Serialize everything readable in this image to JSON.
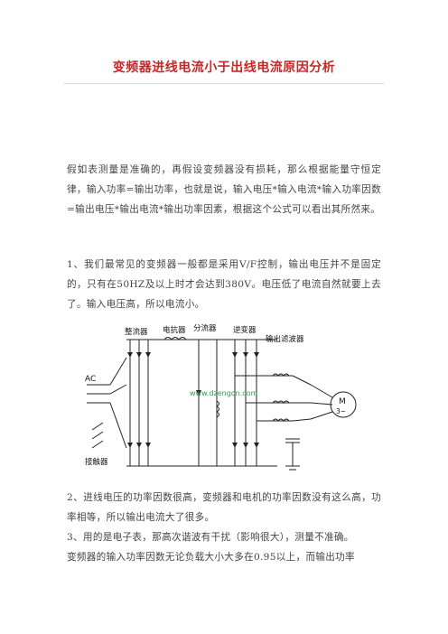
{
  "article": {
    "title": "变频器进线电流小于出线电流原因分析",
    "paragraphs": [
      "假如表测量是准确的，再假设变频器没有损耗，那么根据能量守恒定律，输入功率=输出功率，也就是说，输入电压*输入电流*输入功率因数=输出电压*输出电流*输出功率因素，根据这个公式可以看出其所然来。",
      "1、我们最常见的变频器一般都是采用V/F控制，输出电压并不是固定的，只有在50HZ及以上时才会达到380V。电压低了电流自然就要上去了。输入电压高，所以电流小。",
      "2、进线电压的功率因数很高，变频器和电机的功率因数没有这么高，功率相等，所以输出电流大了很多。",
      "3、用的是电子表，那高次谐波有干扰（影响很大），测量不准确。",
      "变频器的输入功率因数无论负载大小大多在0.95以上，而输出功率"
    ]
  },
  "diagram": {
    "labels": {
      "rectifier": "整流器",
      "reactor": "电抗器",
      "divider": "分流器",
      "inverter": "逆变器",
      "output_filter": "输出滤波器",
      "ac": "AC",
      "contactor": "接触器",
      "watermark": "www.dzengon.com",
      "motor_m": "M",
      "motor_phase": "3~"
    }
  },
  "colors": {
    "title": "#c62828",
    "watermark": "#2e9e4f",
    "text": "#444444"
  }
}
